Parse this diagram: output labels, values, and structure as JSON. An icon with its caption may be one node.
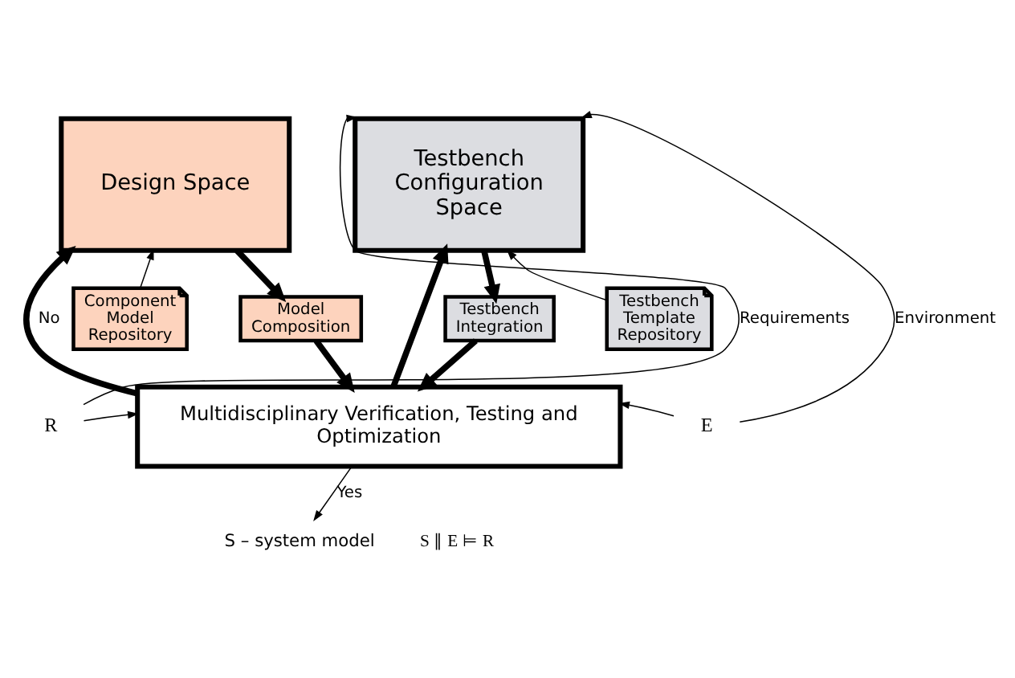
{
  "diagram": {
    "nodes": [
      {
        "text": [
          "Design Space"
        ]
      },
      {
        "text": [
          "Testbench Configuration Space"
        ]
      },
      {
        "text": [
          "Component Model Repository"
        ]
      },
      {
        "text": [
          "Model Composition"
        ]
      },
      {
        "text": [
          "Testbench Integration"
        ]
      },
      {
        "text": [
          "Testbench Template Repository"
        ]
      },
      {
        "text": [
          "Multidisciplinary Verification, Testing and Optimization"
        ]
      },
      {
        "text": [
          "R"
        ]
      },
      {
        "text": [
          "E"
        ]
      },
      {
        "text": [
          "S – system model"
        ]
      }
    ],
    "edges": [
      {
        "from": 2,
        "to": 0,
        "arrow": "to"
      },
      {
        "from": 0,
        "to": 3,
        "arrow": "to",
        "style": "thick"
      },
      {
        "from": 1,
        "to": 4,
        "arrow": "to",
        "style": "thick"
      },
      {
        "from": 5,
        "to": 1,
        "arrow": "to"
      },
      {
        "from": 3,
        "to": 6,
        "arrow": "to",
        "style": "thick"
      },
      {
        "from": 4,
        "to": 6,
        "arrow": "to",
        "style": "thick"
      },
      {
        "from": 6,
        "to": 0,
        "arrow": "to",
        "style": "thick",
        "label": "No"
      },
      {
        "from": 6,
        "to": 1,
        "arrow": "to",
        "style": "thick"
      },
      {
        "from": 7,
        "to": 6,
        "arrow": "to"
      },
      {
        "from": 7,
        "to": 1,
        "arrow": "to",
        "label": "Requirements"
      },
      {
        "from": 8,
        "to": 6,
        "arrow": "to"
      },
      {
        "from": 8,
        "to": 1,
        "arrow": "to",
        "label": "Environment"
      },
      {
        "from": 6,
        "to": 9,
        "arrow": "to",
        "label": "Yes"
      }
    ],
    "labels": [
      "S ∥ E ⊨ R"
    ]
  }
}
